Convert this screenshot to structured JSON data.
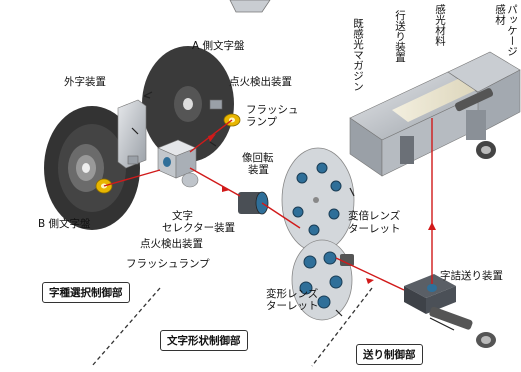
{
  "labels": {
    "a_disk": "A 側文字盤",
    "outer_char": "外字装置",
    "ignition_a": "点火検出装置",
    "flash_a_1": "フラッシュ",
    "flash_a_2": "ランプ",
    "rotation_1": "像回転",
    "rotation_2": "装置",
    "selector_1": "文字",
    "selector_2": "セレクター装置",
    "b_disk": "B 側文字盤",
    "ignition_b": "点火検出装置",
    "flash_b": "フラッシュランプ",
    "zoom_1": "変倍レンズ",
    "zoom_2": "ターレット",
    "deform_1": "変形レンズ",
    "deform_2": "ターレット",
    "spacing": "字詰送り装置",
    "magazine": "既感光マガジン",
    "line_feed": "行送り装置",
    "material": "感光材料",
    "package": "パッケージ感材"
  },
  "sections": {
    "type_select": "字種選択制御部",
    "shape": "文字形状制御部",
    "feed": "送り制御部"
  },
  "colors": {
    "beam": "#d11a1a",
    "disk": "#3a3a3a",
    "metal": "#b9bec4",
    "lens": "#2f6f99",
    "flash": "#e8b600"
  }
}
